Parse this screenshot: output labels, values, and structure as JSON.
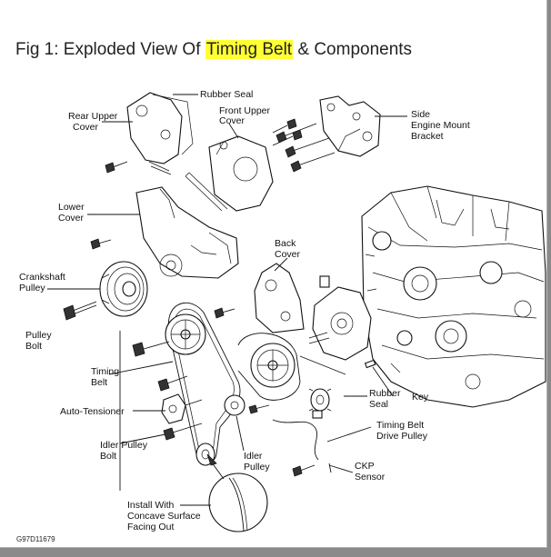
{
  "figure": {
    "title_before": "Fig 1: Exploded View Of ",
    "title_highlight": "Timing Belt",
    "title_after": " & Components",
    "highlight_color": "#ffff33"
  },
  "labels": {
    "rubber_seal_top": "Rubber Seal",
    "rear_upper_cover_1": "Rear Upper",
    "rear_upper_cover_2": "Cover",
    "front_upper_cover_1": "Front Upper",
    "front_upper_cover_2": "Cover",
    "side_mount_1": "Side",
    "side_mount_2": "Engine Mount",
    "side_mount_3": "Bracket",
    "lower_cover_1": "Lower",
    "lower_cover_2": "Cover",
    "back_cover_1": "Back",
    "back_cover_2": "Cover",
    "crankshaft_pulley_1": "Crankshaft",
    "crankshaft_pulley_2": "Pulley",
    "pulley_bolt_1": "Pulley",
    "pulley_bolt_2": "Bolt",
    "timing_belt_1": "Timing",
    "timing_belt_2": "Belt",
    "auto_tensioner": "Auto-Tensioner",
    "idler_pulley_bolt_1": "Idler Pulley",
    "idler_pulley_bolt_2": "Bolt",
    "idler_pulley_1": "Idler",
    "idler_pulley_2": "Pulley",
    "rubber_seal_lower_1": "Rubber",
    "rubber_seal_lower_2": "Seal",
    "key": "Key",
    "drive_pulley_1": "Timing Belt",
    "drive_pulley_2": "Drive Pulley",
    "ckp_sensor_1": "CKP",
    "ckp_sensor_2": "Sensor",
    "install_note_1": "Install With",
    "install_note_2": "Concave Surface",
    "install_note_3": "Facing Out",
    "figure_code": "G97D11679"
  }
}
